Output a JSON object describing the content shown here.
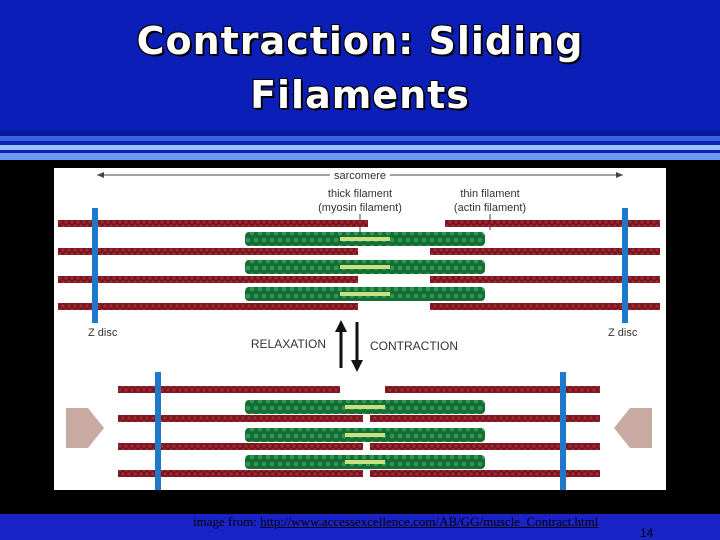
{
  "title": {
    "line1": "Contraction: Sliding",
    "line2": "Filaments"
  },
  "diagram": {
    "sarcomere_label": "sarcomere",
    "thick_label_1": "thick filament",
    "thick_label_2": "(myosin filament)",
    "thin_label_1": "thin filament",
    "thin_label_2": "(actin filament)",
    "z_disc_left": "Z disc",
    "z_disc_right": "Z disc",
    "relaxation": "RELAXATION",
    "contraction": "CONTRACTION"
  },
  "footer": {
    "caption_prefix": "image from: ",
    "url": "http://www.accessexcellence.com/AB/GG/muscle_Contract.html",
    "slide_number": "14"
  },
  "colors": {
    "header": "#0b1fb8",
    "actin": "#8b1a22",
    "myosin": "#1f7a3a",
    "z_disc": "#1f78c8"
  }
}
